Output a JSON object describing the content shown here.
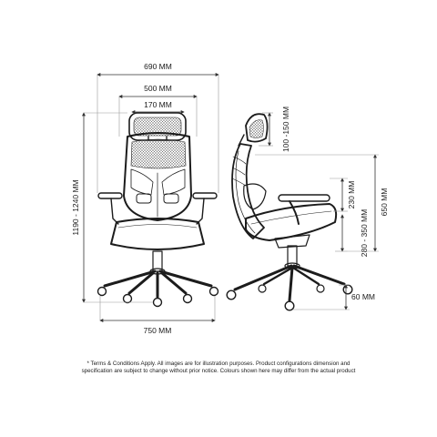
{
  "dimensions": {
    "overall_width": "690 MM",
    "seat_width": "500 MM",
    "headrest_width": "170 MM",
    "overall_height": "1190 - 1240 MM",
    "base_width": "750 MM",
    "headrest_adjust": "100 -150 MM",
    "armrest_height": "230 MM",
    "seat_height": "280 - 350 MM",
    "backrest_height": "650 MM",
    "caster_height": "60 MM"
  },
  "disclaimer": {
    "line1": "* Terms & Conditions Apply. All images are for illustration purposes. Product configurations dimension and",
    "line2": "specification are subject to change without prior notice. Colours shown here may differ from the actual product"
  },
  "colors": {
    "ink": "#1c1c1c",
    "dimension": "#333333",
    "background": "#ffffff"
  }
}
